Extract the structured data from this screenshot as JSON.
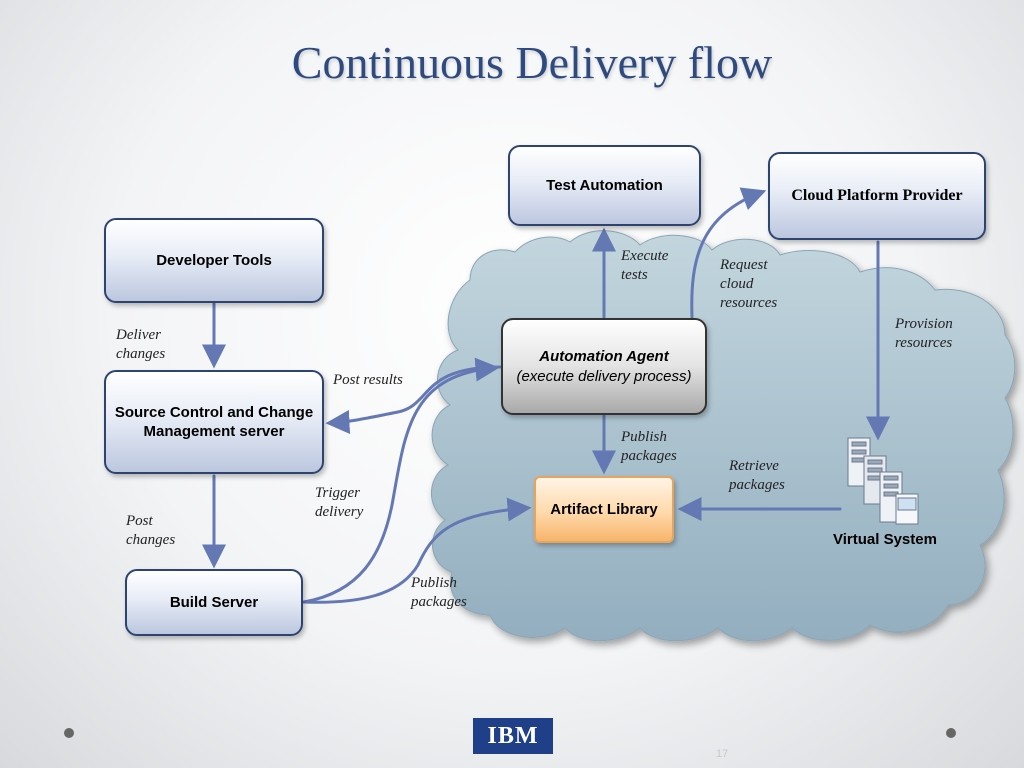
{
  "slide": {
    "title": "Continuous Delivery flow",
    "page_number": "17"
  },
  "nodes": {
    "test_automation": "Test Automation",
    "cloud_platform": "Cloud Platform Provider",
    "developer_tools": "Developer Tools",
    "automation_agent_title": "Automation Agent",
    "automation_agent_sub": "(execute delivery process)",
    "source_control_line1": "Source Control and Change",
    "source_control_line2": "Management server",
    "artifact_library": "Artifact Library",
    "build_server": "Build Server",
    "virtual_system": "Virtual System"
  },
  "edge_labels": {
    "execute_tests_1": "Execute",
    "execute_tests_2": "tests",
    "request_cloud_1": "Request",
    "request_cloud_2": "cloud",
    "request_cloud_3": "resources",
    "provision_1": "Provision",
    "provision_2": "resources",
    "deliver_1": "Deliver",
    "deliver_2": "changes",
    "post_results": "Post results",
    "publish_agent_1": "Publish",
    "publish_agent_2": "packages",
    "retrieve_1": "Retrieve",
    "retrieve_2": "packages",
    "trigger_1": "Trigger",
    "trigger_2": "delivery",
    "post_changes_1": "Post",
    "post_changes_2": "changes",
    "publish_build_1": "Publish",
    "publish_build_2": "packages"
  },
  "logo": {
    "text": "IBM"
  },
  "colors": {
    "title": "#2f4a7f",
    "arrow": "#6478b4",
    "cloud_fill": "#a6bfcc",
    "box_border": "#2d4470",
    "artifact_fill": "#ffd9aa",
    "logo_bg": "#1f3f88"
  },
  "icons": {
    "virtual_system": "server-stack-icon"
  }
}
